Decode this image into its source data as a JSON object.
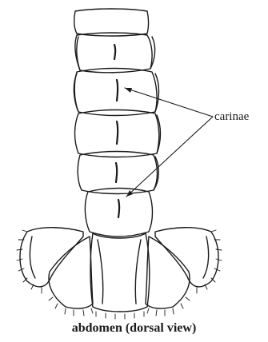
{
  "figure": {
    "subject": "abdomen",
    "labels": {
      "carinae": "carinae"
    },
    "caption": "abdomen (dorsal view)"
  },
  "colors": {
    "ink": "#1a1a1a",
    "background": "#ffffff"
  }
}
